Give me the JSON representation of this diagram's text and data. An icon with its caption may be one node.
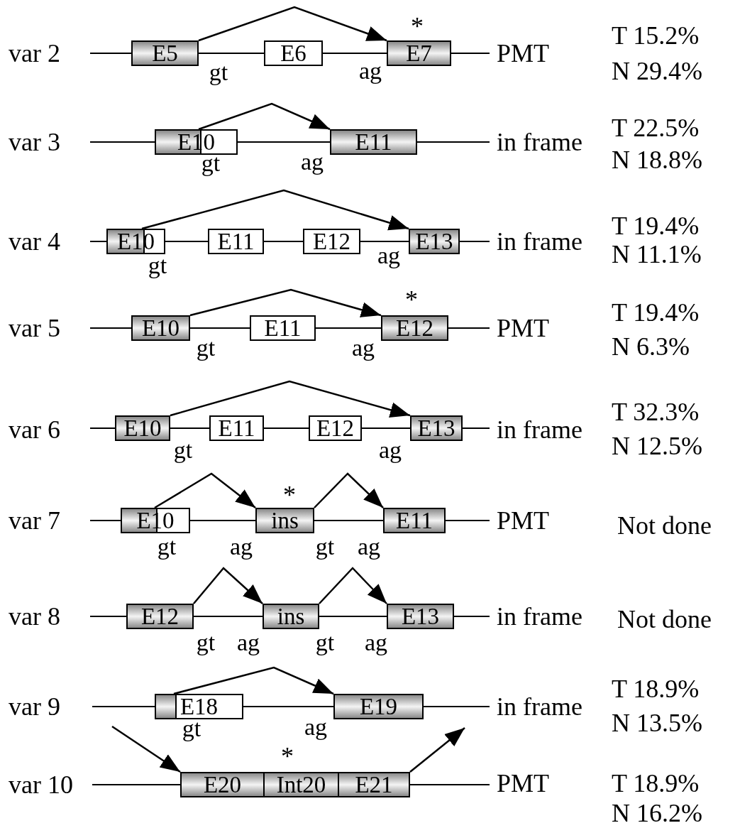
{
  "diagram": {
    "nodes": [
      {
        "text": [
          "E5"
        ]
      },
      {
        "text": [
          "E6"
        ]
      },
      {
        "text": [
          "E7"
        ]
      },
      {
        "text": [
          "E10"
        ]
      },
      {
        "text": [
          "E11"
        ]
      },
      {
        "text": [
          "E10"
        ]
      },
      {
        "text": [
          "E11"
        ]
      },
      {
        "text": [
          "E12"
        ]
      },
      {
        "text": [
          "E13"
        ]
      },
      {
        "text": [
          "E10"
        ]
      },
      {
        "text": [
          "E11"
        ]
      },
      {
        "text": [
          "E12"
        ]
      },
      {
        "text": [
          "E10"
        ]
      },
      {
        "text": [
          "E11"
        ]
      },
      {
        "text": [
          "E12"
        ]
      },
      {
        "text": [
          "E13"
        ]
      },
      {
        "text": [
          "E10"
        ]
      },
      {
        "text": [
          "ins"
        ]
      },
      {
        "text": [
          "E11"
        ]
      },
      {
        "text": [
          "E12"
        ]
      },
      {
        "text": [
          "ins"
        ]
      },
      {
        "text": [
          "E13"
        ]
      },
      {
        "text": [
          "E18"
        ]
      },
      {
        "text": [
          "E19"
        ]
      },
      {
        "text": [
          "E20"
        ]
      },
      {
        "text": [
          "Int20"
        ]
      },
      {
        "text": [
          "E21"
        ]
      }
    ],
    "edges": [
      {
        "from": 0,
        "to": 2,
        "arrow": "to"
      },
      {
        "from": 3,
        "to": 4,
        "arrow": "to"
      },
      {
        "from": 5,
        "to": 8,
        "arrow": "to"
      },
      {
        "from": 9,
        "to": 11,
        "arrow": "to"
      },
      {
        "from": 12,
        "to": 15,
        "arrow": "to"
      },
      {
        "from": 16,
        "to": 17,
        "arrow": "to"
      },
      {
        "from": 17,
        "to": 18,
        "arrow": "to"
      },
      {
        "from": 19,
        "to": 20,
        "arrow": "to"
      },
      {
        "from": 20,
        "to": 21,
        "arrow": "to"
      },
      {
        "from": 22,
        "to": 23,
        "arrow": "to"
      },
      {
        "from": null,
        "to": 24,
        "arrow": "to"
      },
      {
        "from": 26,
        "to": null,
        "arrow": "to"
      }
    ],
    "labels": [
      "var 2",
      "*",
      "gt",
      "ag",
      "PMT",
      "T 15.2%",
      "N 29.4%",
      "var 3",
      "gt",
      "ag",
      "in frame",
      "T 22.5%",
      "N 18.8%",
      "var 4",
      "gt",
      "ag",
      "in frame",
      "T 19.4%",
      "N 11.1%",
      "var 5",
      "*",
      "gt",
      "ag",
      "PMT",
      "T 19.4%",
      "N 6.3%",
      "var 6",
      "gt",
      "ag",
      "in frame",
      "T 32.3%",
      "N 12.5%",
      "var 7",
      "*",
      "gt",
      "ag",
      "gt",
      "ag",
      "PMT",
      "Not done",
      "var 8",
      "gt",
      "ag",
      "gt",
      "ag",
      "in frame",
      "Not done",
      "var 9",
      "gt",
      "ag",
      "in frame",
      "T 18.9%",
      "N 13.5%",
      "var 10",
      "*",
      "PMT",
      "T 18.9%",
      "N 16.2%"
    ]
  }
}
